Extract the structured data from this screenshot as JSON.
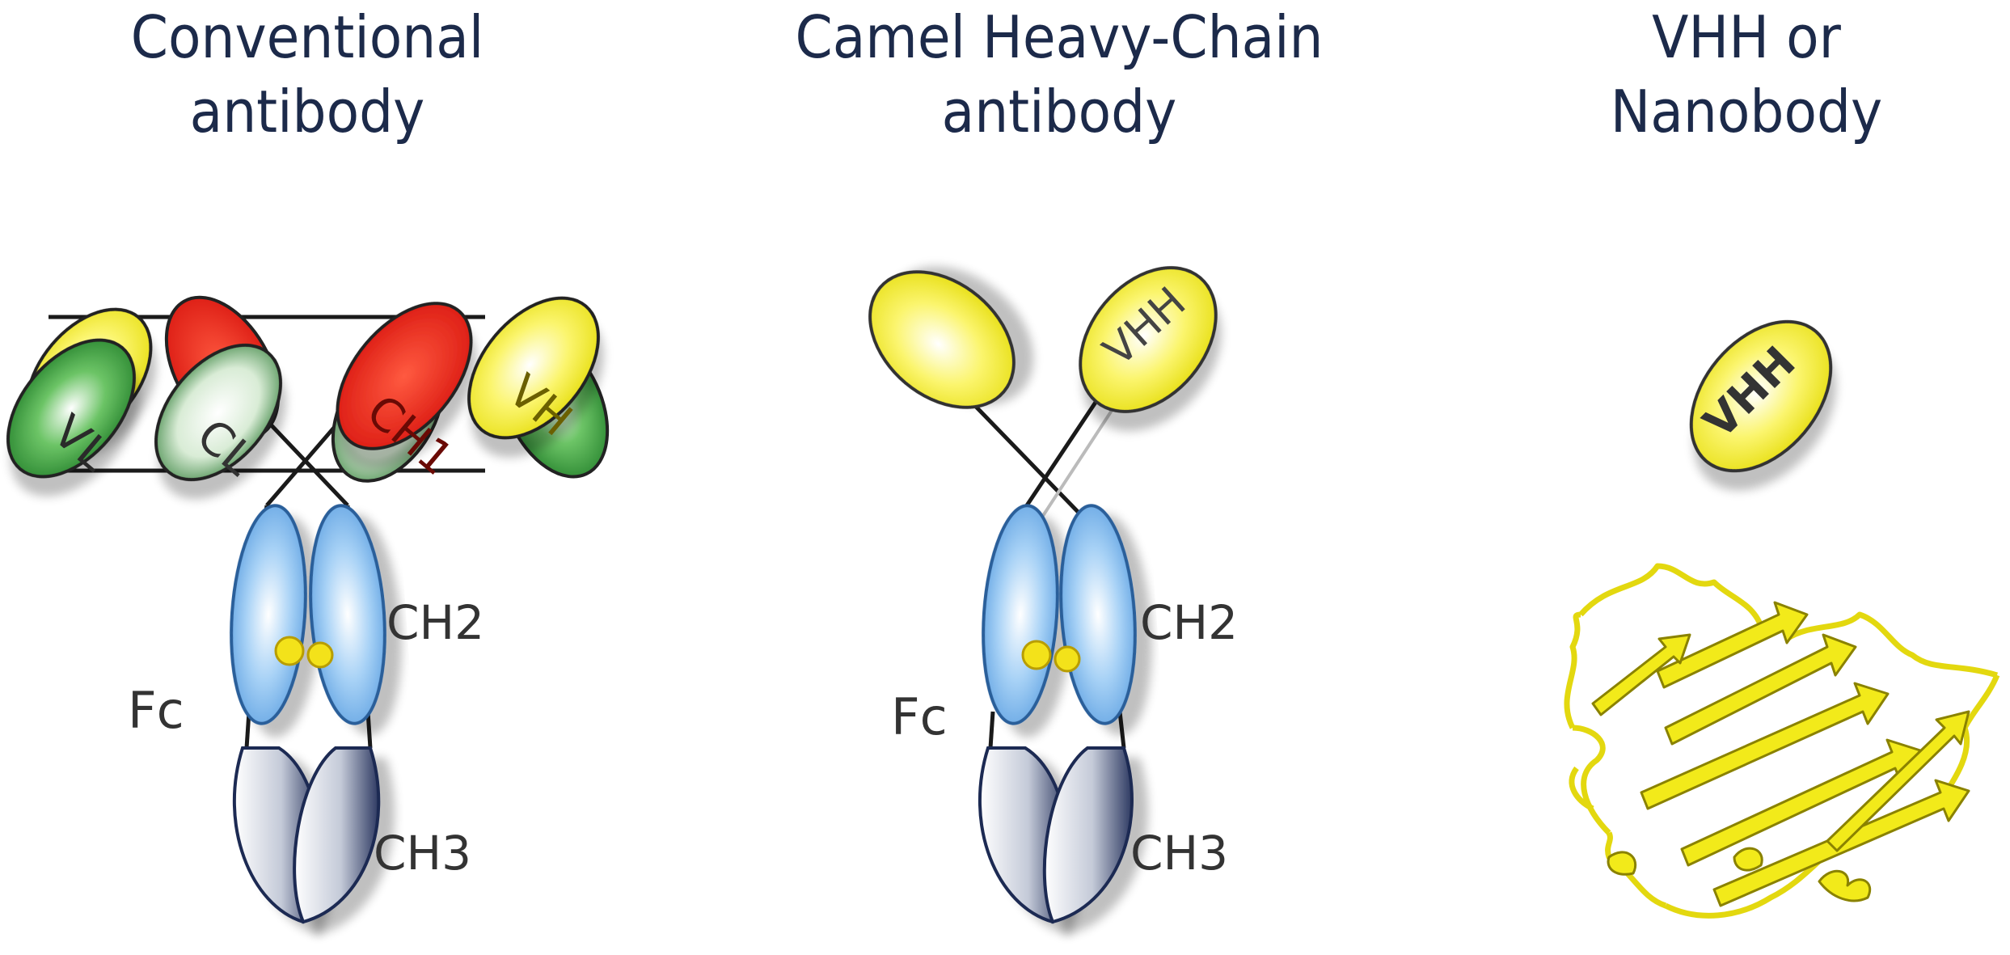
{
  "panels": [
    {
      "title_line1": "Conventional",
      "title_line2": "antibody",
      "labels": {
        "vl": "VL",
        "cl": "CL",
        "ch1": "CH1",
        "vh": "VH",
        "ch2": "CH2",
        "fc": "Fc",
        "ch3": "CH3"
      }
    },
    {
      "title_line1": "Camel Heavy-Chain",
      "title_line2": "antibody",
      "labels": {
        "vhh": "VHH",
        "ch2": "CH2",
        "fc": "Fc",
        "ch3": "CH3"
      }
    },
    {
      "title_line1": "VHH or",
      "title_line2": "Nanobody",
      "labels": {
        "vhh": "VHH"
      }
    }
  ],
  "colors": {
    "title": "#1c2a4a",
    "green": "#2f9a35",
    "red": "#e8261c",
    "yellow": "#f2ea1a",
    "blue": "#74b4ee",
    "navy": "#3c4a74",
    "label": "#333333"
  }
}
